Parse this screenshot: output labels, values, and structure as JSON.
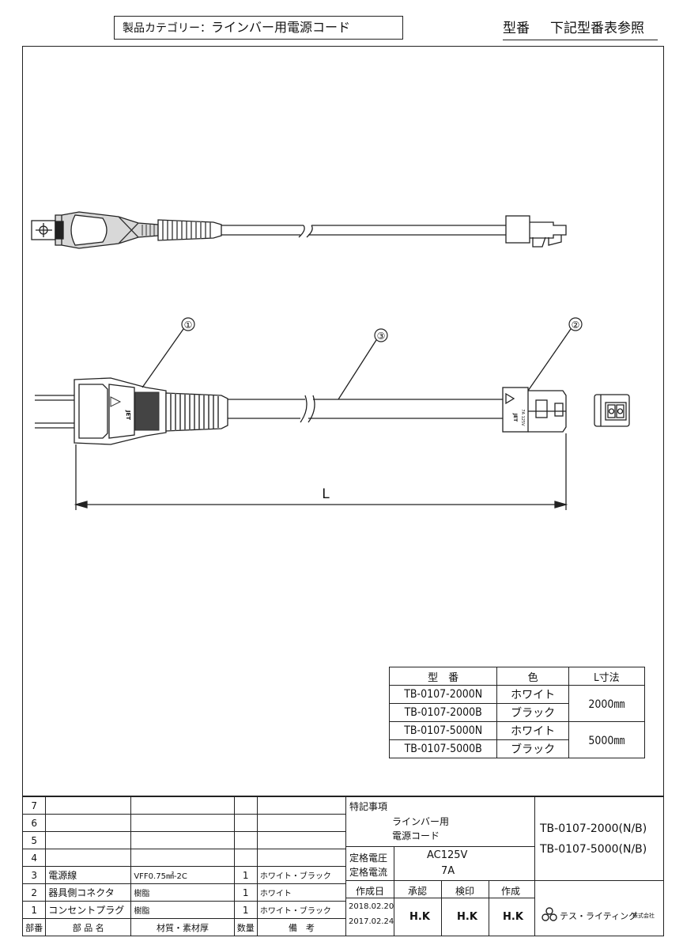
{
  "header": {
    "category_label": "製品カテゴリー：",
    "category_value": "ラインバー用電源コード",
    "model_label": "型番",
    "model_value": "下記型番表参照"
  },
  "drawing": {
    "callouts": [
      "①",
      "②",
      "③"
    ],
    "dimension_label": "L",
    "plug_mark": "JET",
    "connector_mark_1": "JET",
    "connector_mark_2": "7A 125V"
  },
  "spec_table": {
    "headers": [
      "型　番",
      "色",
      "L寸法"
    ],
    "rows": [
      {
        "model": "TB-0107-2000N",
        "color": "ホワイト"
      },
      {
        "model": "TB-0107-2000B",
        "color": "ブラック"
      },
      {
        "model": "TB-0107-5000N",
        "color": "ホワイト"
      },
      {
        "model": "TB-0107-5000B",
        "color": "ブラック"
      }
    ],
    "lengths": [
      "2000㎜",
      "5000㎜"
    ]
  },
  "parts_table": {
    "rows": [
      {
        "no": "7",
        "name": "",
        "material": "",
        "qty": "",
        "remarks": ""
      },
      {
        "no": "6",
        "name": "",
        "material": "",
        "qty": "",
        "remarks": ""
      },
      {
        "no": "5",
        "name": "",
        "material": "",
        "qty": "",
        "remarks": ""
      },
      {
        "no": "4",
        "name": "",
        "material": "",
        "qty": "",
        "remarks": ""
      },
      {
        "no": "3",
        "name": "電源線",
        "material": "VFF0.75㎟-2C",
        "qty": "1",
        "remarks": "ホワイト・ブラック"
      },
      {
        "no": "2",
        "name": "器具側コネクタ",
        "material": "樹脂",
        "qty": "1",
        "remarks": "ホワイト"
      },
      {
        "no": "1",
        "name": "コンセントプラグ",
        "material": "樹脂",
        "qty": "1",
        "remarks": "ホワイト・ブラック"
      }
    ],
    "headers": {
      "no": "部番",
      "name": "部 品 名",
      "material": "材質・素材厚",
      "qty": "数量",
      "remarks": "備　考"
    }
  },
  "title_block": {
    "notes_label": "特記事項",
    "product_line1": "ラインバー用",
    "product_line2": "電源コード",
    "models": [
      "TB-0107-2000(N/B)",
      "TB-0107-5000(N/B)"
    ],
    "voltage_label": "定格電圧",
    "current_label": "定格電流",
    "voltage_value": "AC125V",
    "current_value": "7A",
    "created_label": "作成日",
    "approve_label": "承認",
    "check_label": "検印",
    "author_label": "作成",
    "date1": "2018.02.20",
    "date2": "2017.02.24",
    "approve_initials": "H.K",
    "check_initials": "H.K",
    "author_initials": "H.K",
    "company": "テス・ライティング",
    "company_suffix": "株式会社"
  }
}
